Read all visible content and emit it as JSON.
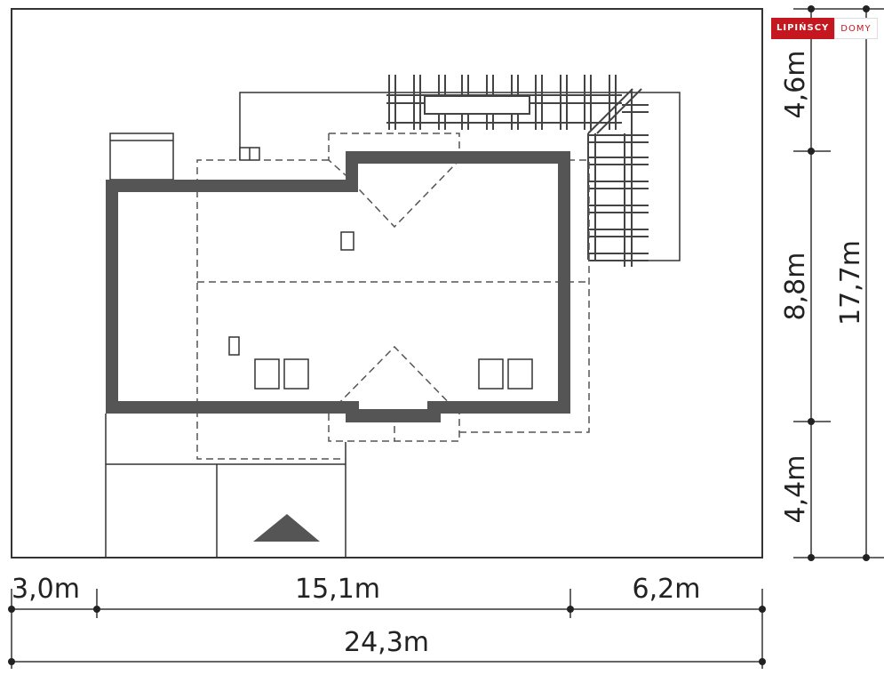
{
  "brand": {
    "name": "LIPIŃSCY",
    "suffix": "DOMY",
    "color": "#c4171f"
  },
  "dimensions": {
    "horizontal": {
      "left": "3,0m",
      "middle": "15,1m",
      "right": "6,2m",
      "total": "24,3m"
    },
    "vertical": {
      "top": "4,6m",
      "middle": "8,8m",
      "bottom": "4,4m",
      "total": "17,7m"
    }
  },
  "colors": {
    "wall": "#555555",
    "line": "#333333",
    "dashed": "#555555"
  }
}
